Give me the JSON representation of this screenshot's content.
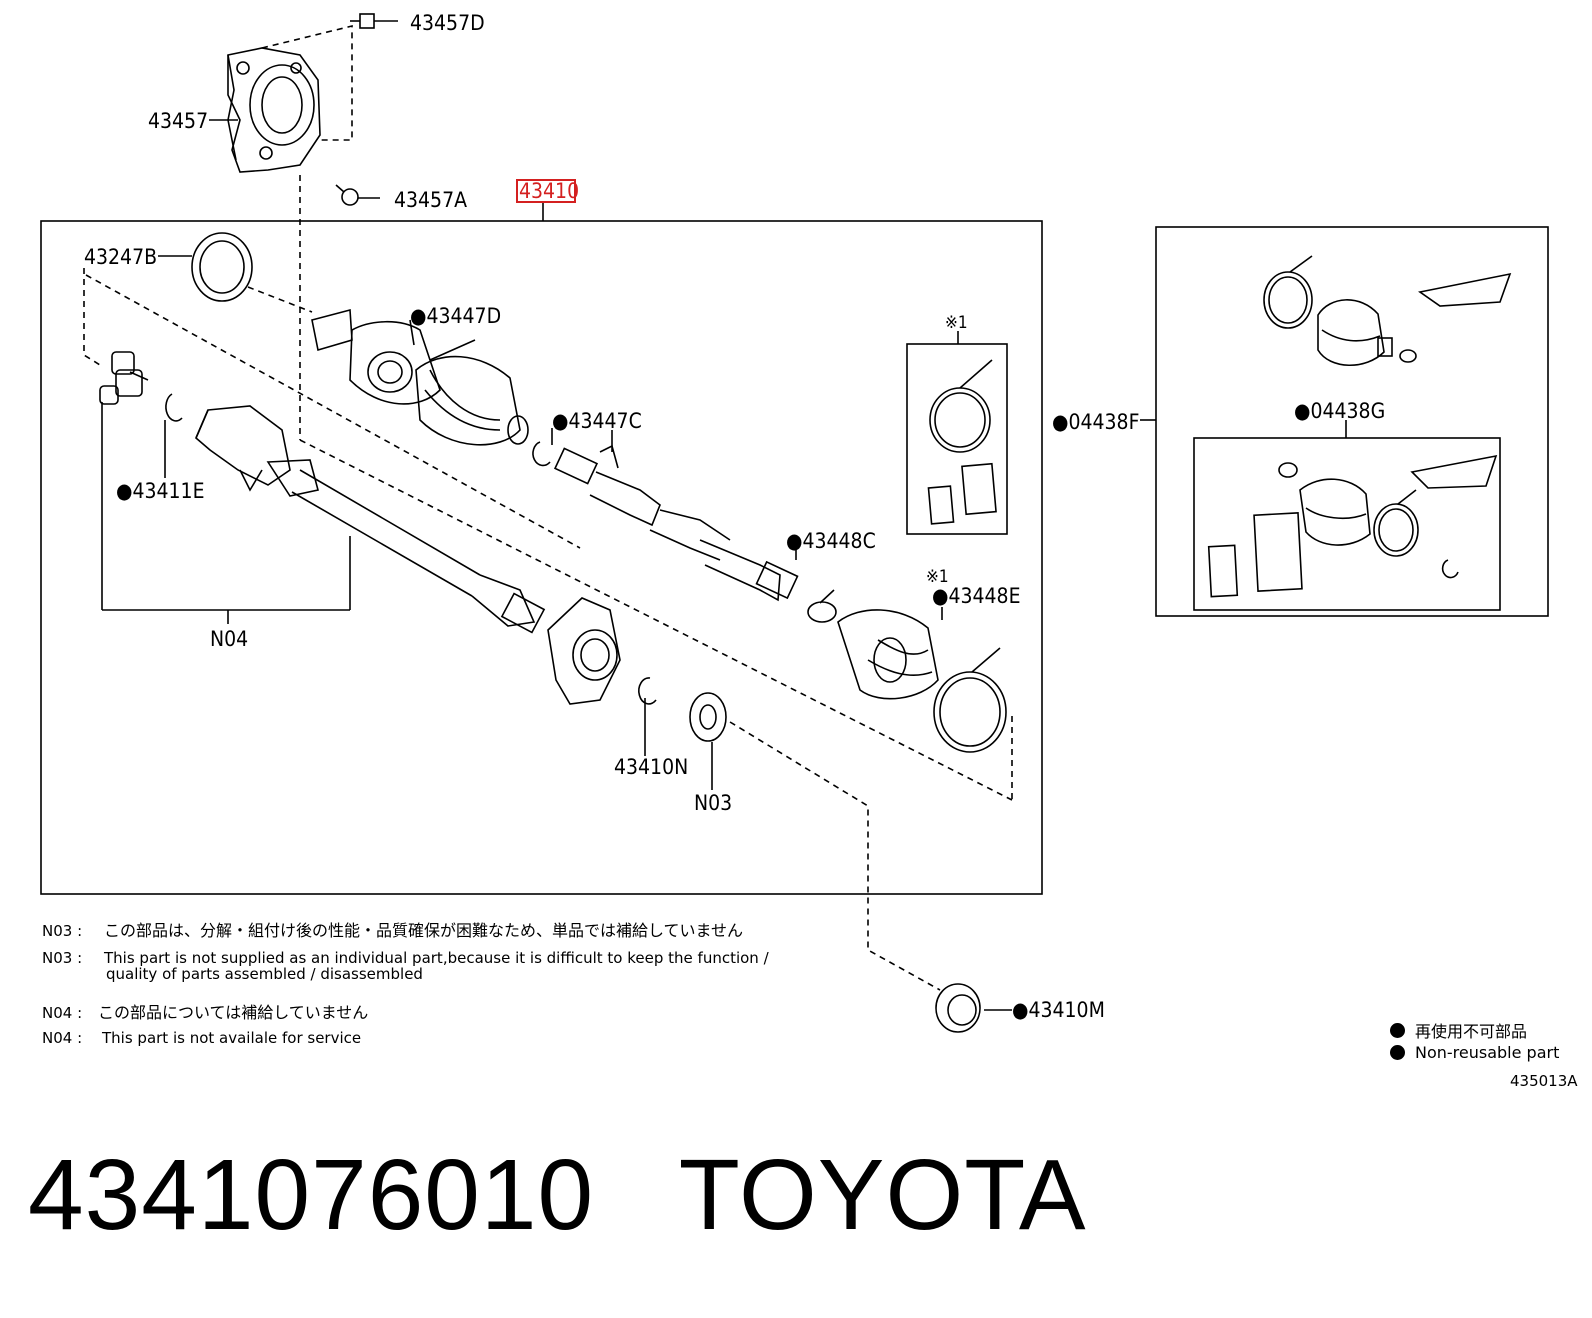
{
  "diagram": {
    "title_part_no": "43410",
    "labels": {
      "p43457D": "43457D",
      "p43457": "43457",
      "p43457A": "43457A",
      "p43247B": "43247B",
      "p43447D": "●43447D",
      "p43447C": "●43447C",
      "p43411E": "●43411E",
      "p43448C": "●43448C",
      "p43448E": "●43448E",
      "p43410N": "43410N",
      "n03": "N03",
      "n04": "N04",
      "p43410M": "●43410M",
      "p04438F": "●04438F",
      "p04438G": "●04438G",
      "mark1a": "※1",
      "mark1b": "※1"
    },
    "notes": [
      {
        "code": "N03 :",
        "text": "この部品は、分解・組付け後の性能・品質確保が困難なため、単品では補給していません"
      },
      {
        "code": "N03 :",
        "text": "This part is not supplied as an individual part,because it is difficult to keep the function /",
        "text2": "quality of parts assembled / disassembled"
      },
      {
        "code": "N04 :",
        "text": "この部品については補給していません"
      },
      {
        "code": "N04 :",
        "text": "This part is not availale for service"
      }
    ],
    "legend": {
      "ja": "再使用不可部品",
      "en": "Non-reusable part"
    },
    "figure_code": "435013A",
    "highlight_color": "#d42020"
  },
  "footer": {
    "part_number": "4341076010",
    "brand": "TOYOTA"
  }
}
